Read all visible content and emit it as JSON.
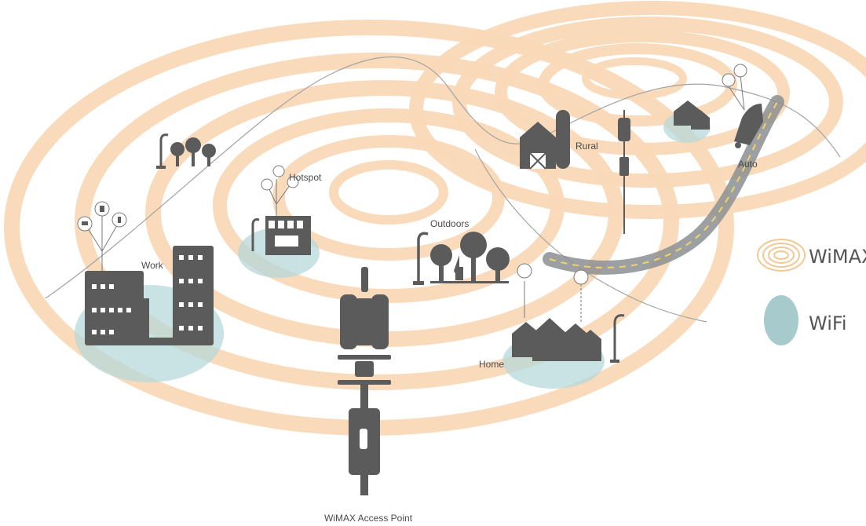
{
  "diagram": {
    "labels": {
      "work": "Work",
      "hotspot": "Hotspot",
      "outdoors": "Outdoors",
      "rural": "Rural",
      "auto": "Auto",
      "home": "Home",
      "access_point": "WiMAX Access Point"
    },
    "legend": {
      "wimax": "WiMAX",
      "wifi": "WiFi"
    },
    "colors": {
      "wimax_ring": "#f9d9b8",
      "wifi_zone": "#b7d8da",
      "icon": "#5b5b5b",
      "road": "#8c8f92",
      "road_dash": "#f1d36a"
    },
    "icons": [
      "building-icon",
      "shop-icon",
      "tree-icon",
      "streetlamp-icon",
      "barn-icon",
      "silo-icon",
      "tower-icon",
      "house-icon",
      "car-icon",
      "laptop-icon",
      "phone-icon",
      "access-point-icon"
    ]
  }
}
